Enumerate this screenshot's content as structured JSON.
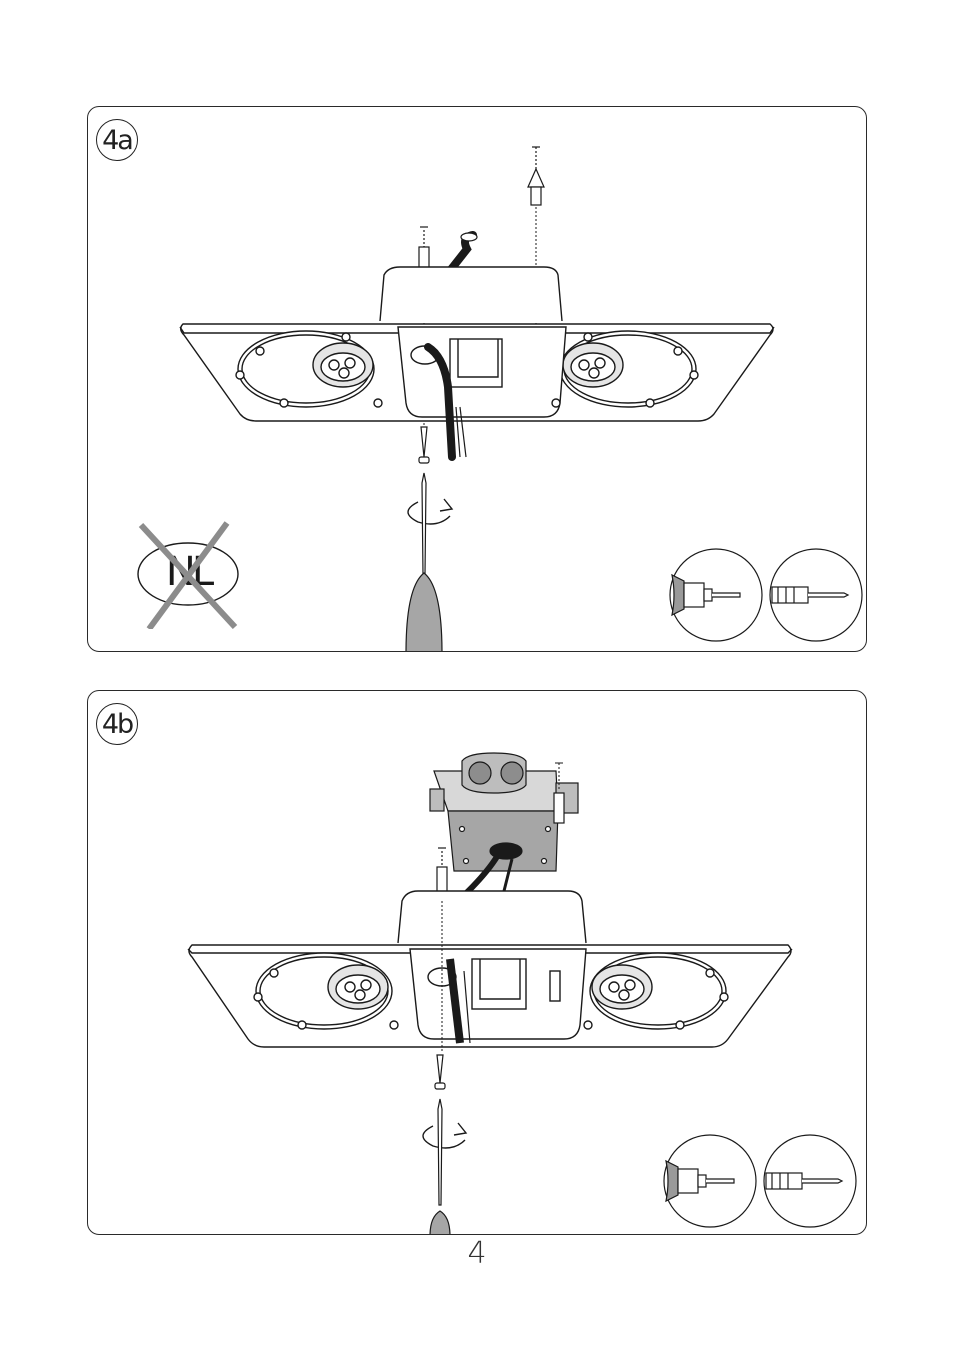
{
  "page": {
    "number": "4"
  },
  "steps": [
    {
      "id": "4a",
      "label": "4a",
      "country_restriction": {
        "code": "NL",
        "crossed_out": true
      },
      "tools": [
        {
          "icon": "drill-icon"
        },
        {
          "icon": "screwdriver-icon"
        }
      ]
    },
    {
      "id": "4b",
      "label": "4b",
      "tools": [
        {
          "icon": "drill-icon"
        },
        {
          "icon": "screwdriver-icon"
        }
      ]
    }
  ],
  "colors": {
    "line": "#1a1a1a",
    "grey_fill": "#a6a6a6",
    "light_grey": "#d8d8d8",
    "cross": "#8c8c8c"
  }
}
